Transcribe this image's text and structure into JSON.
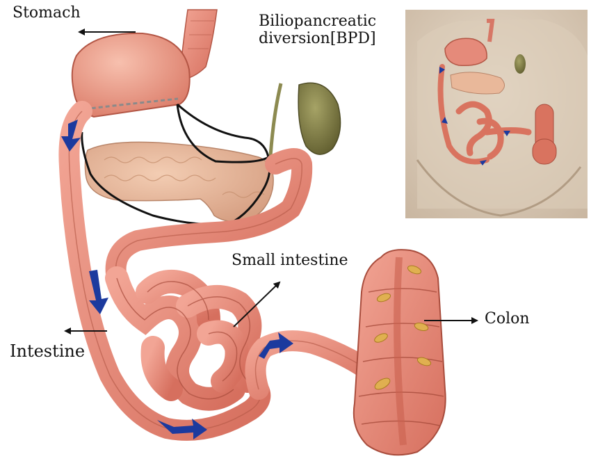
{
  "labels": {
    "stomach": "Stomach",
    "bpd_line1": "Biliopancreatic",
    "bpd_line2": "diversion[BPD]",
    "small_intestine": "Small intestine",
    "colon": "Colon",
    "intestine": "Intestine"
  },
  "colors": {
    "tissue": "#e58a7a",
    "tissue_dark": "#c9604f",
    "pancreas": "#e9b89a",
    "gallbladder": "#7d7a45",
    "flow_arrow": "#1c3a9e",
    "inset_bg": "#d9c9b6"
  }
}
